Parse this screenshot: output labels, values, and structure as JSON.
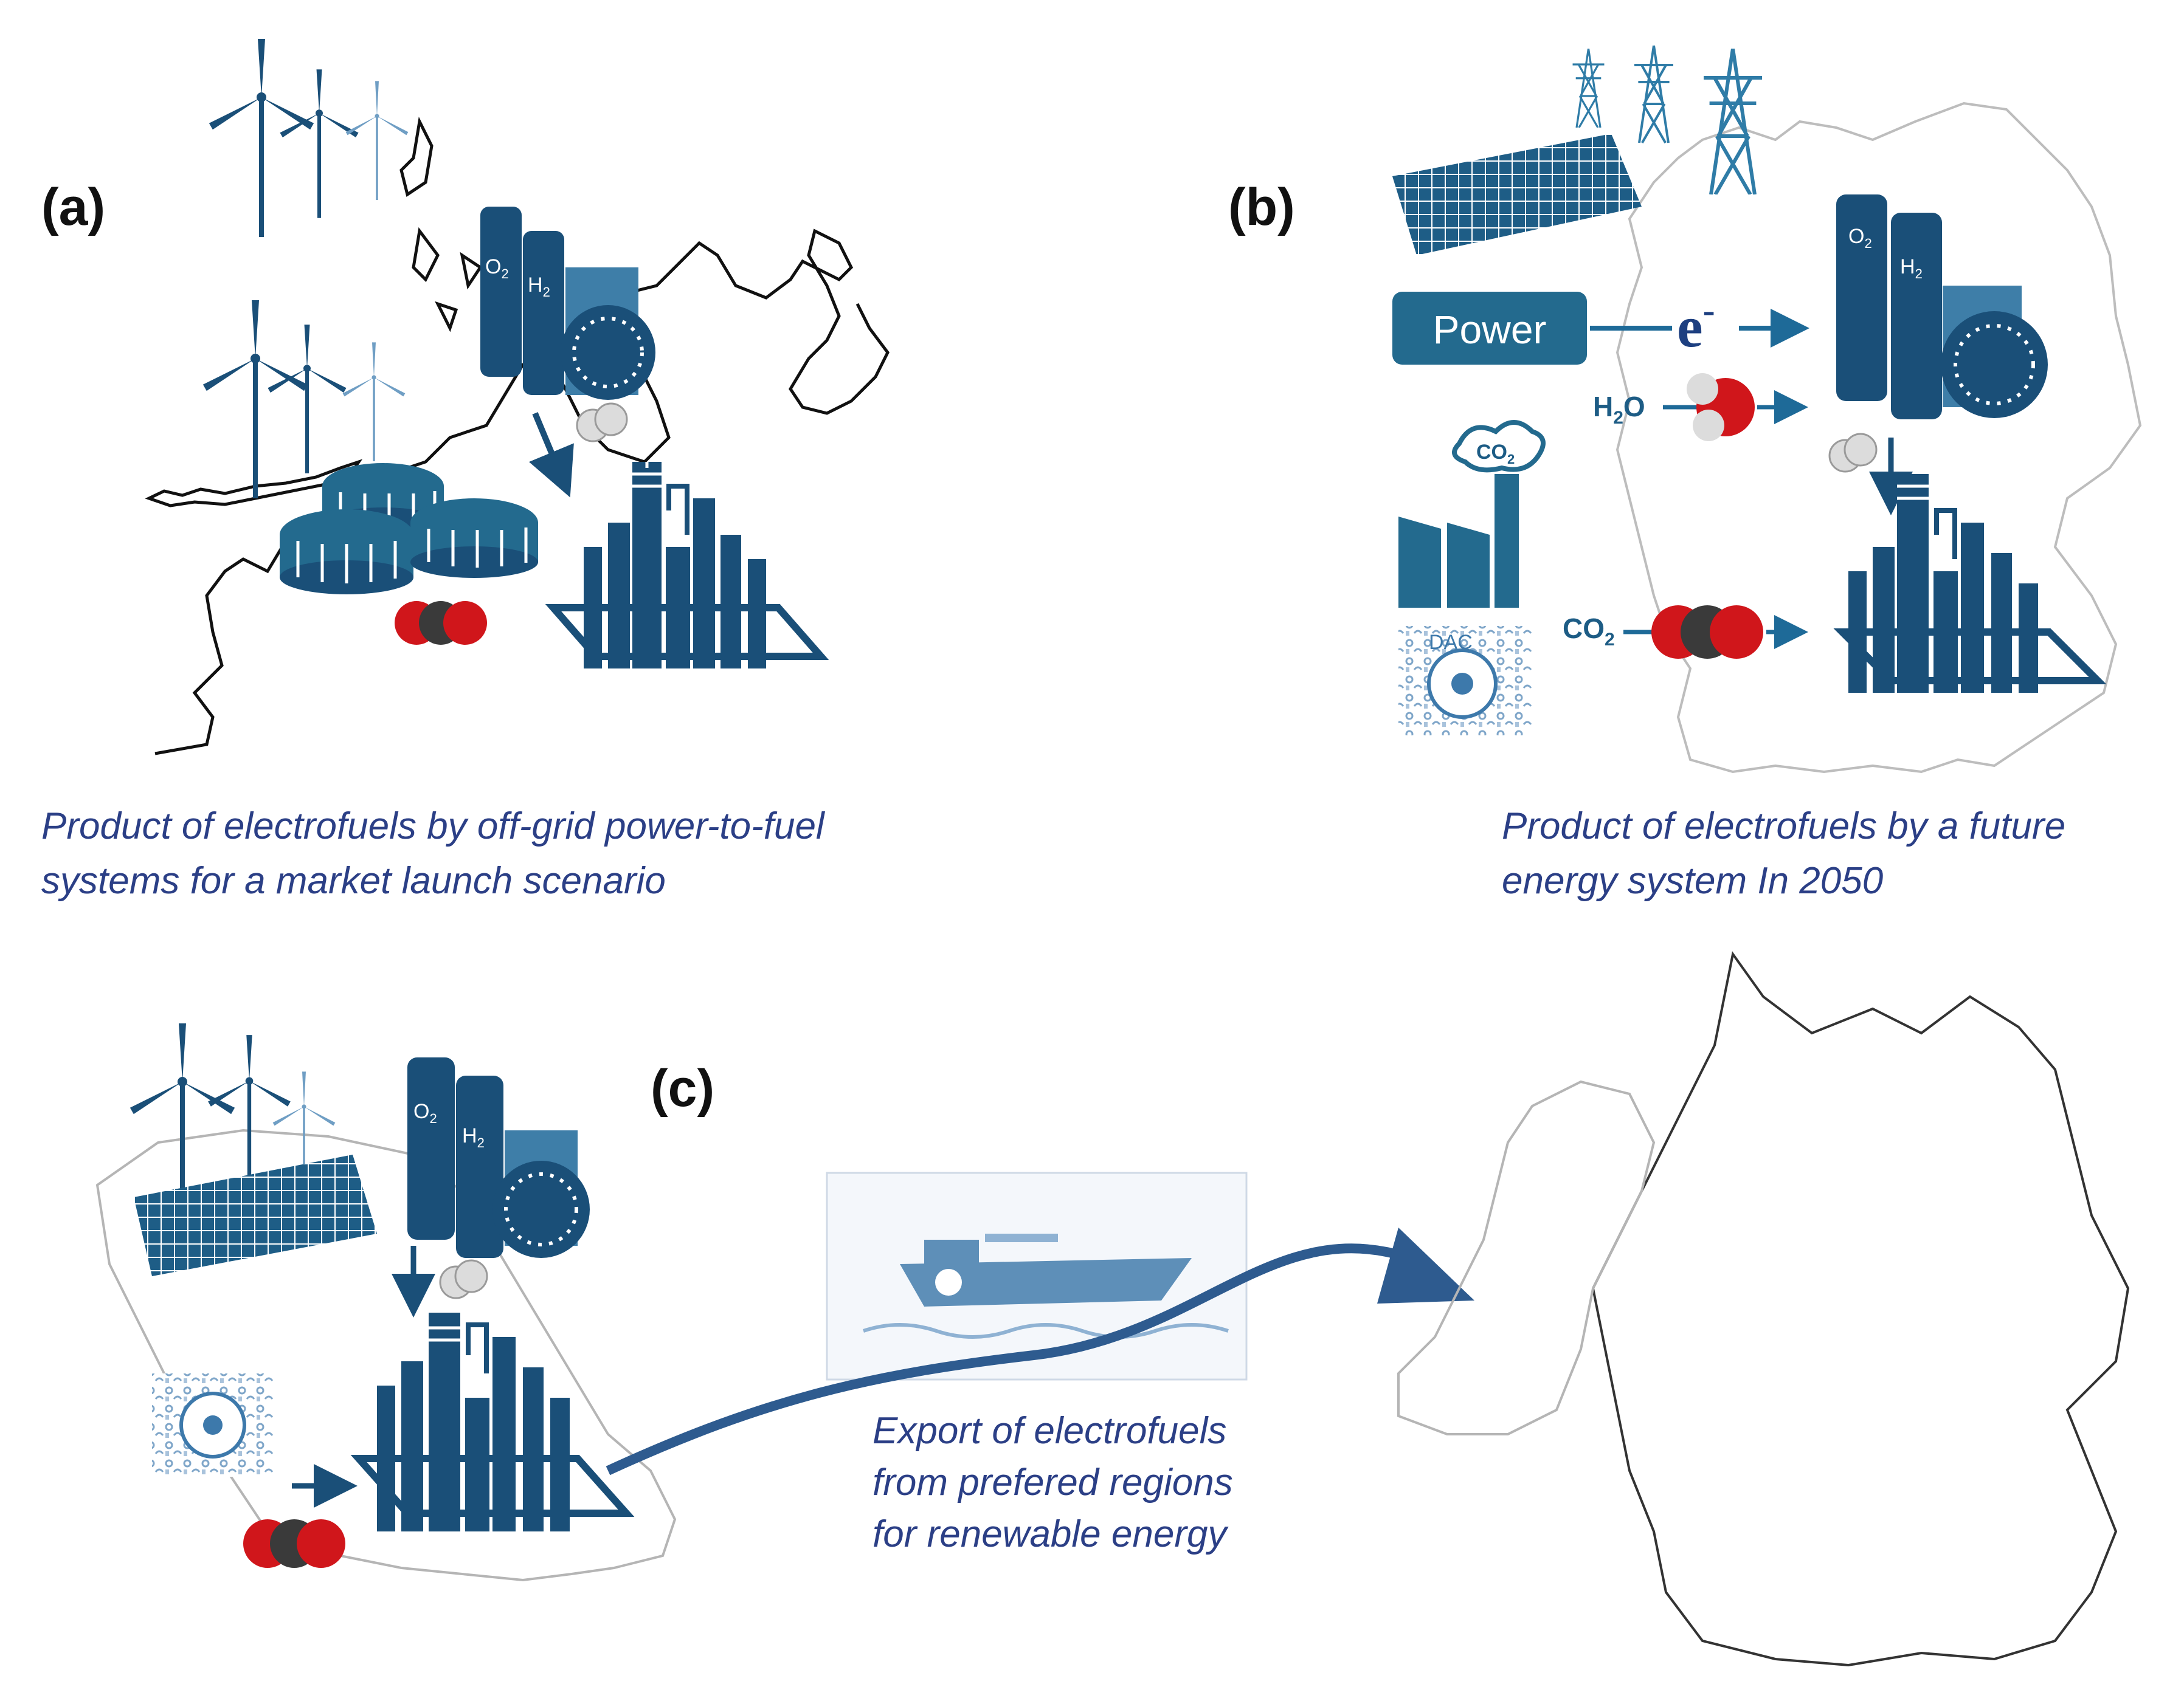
{
  "panels": {
    "a": {
      "label": "(a)",
      "caption_line1": "Product of electrofuels by off-grid power-to-fuel",
      "caption_line2": "systems for a market launch scenario"
    },
    "b": {
      "label": "(b)",
      "caption_line1": "Product of electrofuels by a future",
      "caption_line2": "energy system In 2050",
      "power_label": "Power",
      "electron_label": "e",
      "electron_sup": "-",
      "water_label": "H",
      "water_sub": "2",
      "water_tail": "O",
      "co2_label": "CO",
      "co2_sub": "2",
      "factory_co2": "CO",
      "factory_co2_sub": "2",
      "dac_label": "DAC"
    },
    "c": {
      "label": "(c)",
      "caption_line1": "Export of electrofuels",
      "caption_line2": "from prefered regions",
      "caption_line3": "for renewable energy"
    }
  },
  "electrolyzer": {
    "o2_label": "O",
    "o2_sub": "2",
    "h2_label": "H",
    "h2_sub": "2"
  },
  "colors": {
    "navy": "#1a4f78",
    "teal": "#236a8e",
    "light_blue": "#5e8fb8",
    "arrow_blue": "#1e6a98",
    "caption": "#2b3f86",
    "oxygen_red": "#d0161b",
    "carbon_grey": "#3a3a3a",
    "hydrogen_white": "#dcdcdc"
  },
  "icons": [
    "wind-turbine-icon",
    "solar-panel-icon",
    "power-line-icon",
    "electrolyzer-icon",
    "refinery-icon",
    "biogas-tank-icon",
    "factory-icon",
    "dac-unit-icon",
    "ship-icon",
    "molecule-icon"
  ]
}
